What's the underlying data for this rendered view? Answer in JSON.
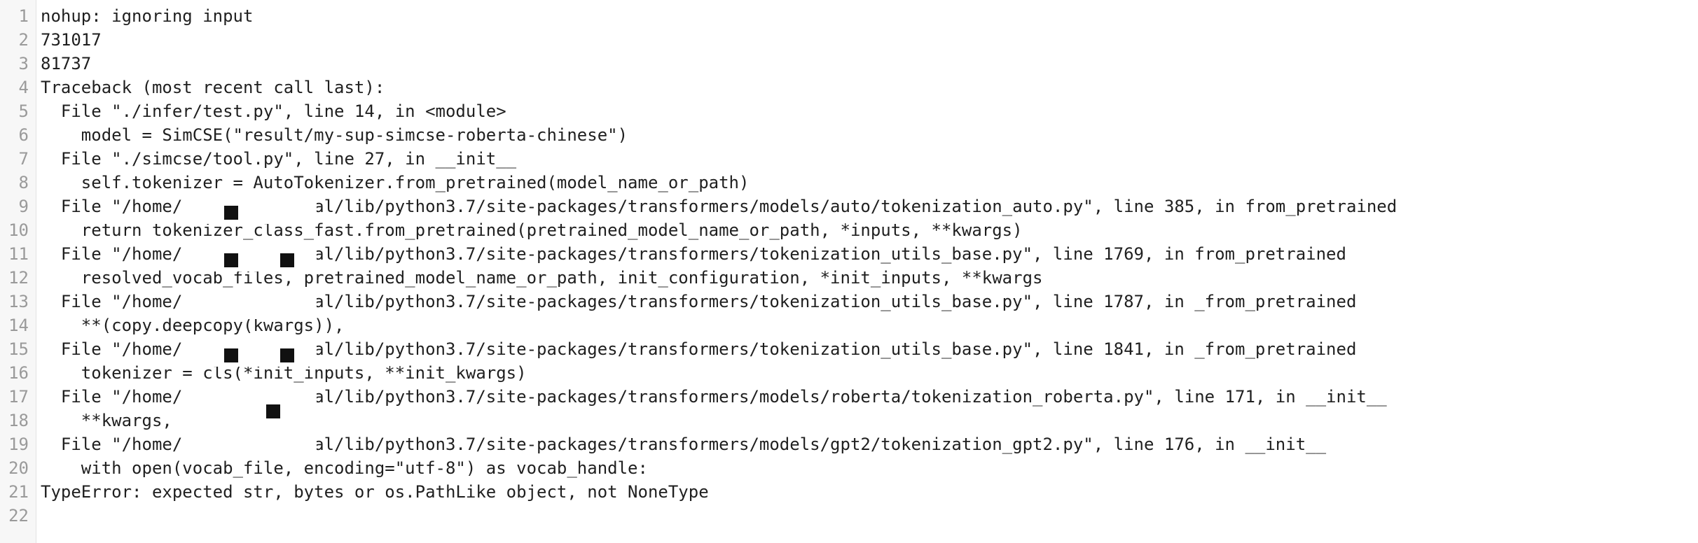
{
  "editor": {
    "line_numbers": [
      "1",
      "2",
      "3",
      "4",
      "5",
      "6",
      "7",
      "8",
      "9",
      "10",
      "11",
      "12",
      "13",
      "14",
      "15",
      "16",
      "17",
      "18",
      "19",
      "20",
      "21",
      "22"
    ],
    "lines": [
      "nohup: ignoring input",
      "731017",
      "81737",
      "Traceback (most recent call last):",
      "  File \"./infer/test.py\", line 14, in <module>",
      "    model = SimCSE(\"result/my-sup-simcse-roberta-chinese\")",
      "  File \"./simcse/tool.py\", line 27, in __init__",
      "    self.tokenizer = AutoTokenizer.from_pretrained(model_name_or_path)",
      "  File \"/home/        /.local/lib/python3.7/site-packages/transformers/models/auto/tokenization_auto.py\", line 385, in from_pretrained",
      "    return tokenizer_class_fast.from_pretrained(pretrained_model_name_or_path, *inputs, **kwargs)",
      "  File \"/home/        /.local/lib/python3.7/site-packages/transformers/tokenization_utils_base.py\", line 1769, in from_pretrained",
      "    resolved_vocab_files, pretrained_model_name_or_path, init_configuration, *init_inputs, **kwargs",
      "  File \"/home/        /.local/lib/python3.7/site-packages/transformers/tokenization_utils_base.py\", line 1787, in _from_pretrained",
      "    **(copy.deepcopy(kwargs)),",
      "  File \"/home/        /.local/lib/python3.7/site-packages/transformers/tokenization_utils_base.py\", line 1841, in _from_pretrained",
      "    tokenizer = cls(*init_inputs, **init_kwargs)",
      "  File \"/home/        /.local/lib/python3.7/site-packages/transformers/models/roberta/tokenization_roberta.py\", line 171, in __init__",
      "    **kwargs,",
      "  File \"/home/        /.local/lib/python3.7/site-packages/transformers/models/gpt2/tokenization_gpt2.py\", line 176, in __init__",
      "    with open(vocab_file, encoding=\"utf-8\") as vocab_handle:",
      "TypeError: expected str, bytes or os.PathLike object, not NoneType",
      ""
    ]
  }
}
